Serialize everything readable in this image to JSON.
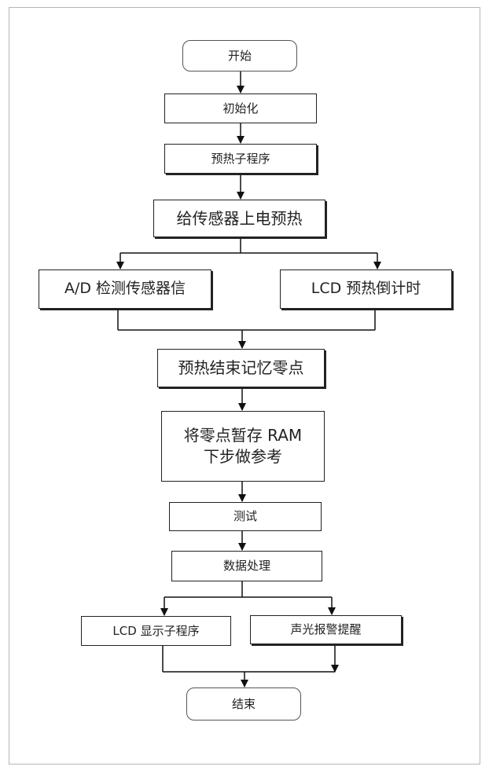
{
  "flowchart": {
    "start": "开始",
    "init": "初始化",
    "preheat_sub": "预热子程序",
    "power_sensor": "给传感器上电预热",
    "ad_detect": "A/D 检测传感器信",
    "lcd_countdown": "LCD 预热倒计时",
    "preheat_end": "预热结束记忆零点",
    "store_zero_line1": "将零点暂存 RAM",
    "store_zero_line2": "下步做参考",
    "test": "测试",
    "data_processing": "数据处理",
    "lcd_display": "LCD 显示子程序",
    "alarm": "声光报警提醒",
    "end": "结束"
  }
}
